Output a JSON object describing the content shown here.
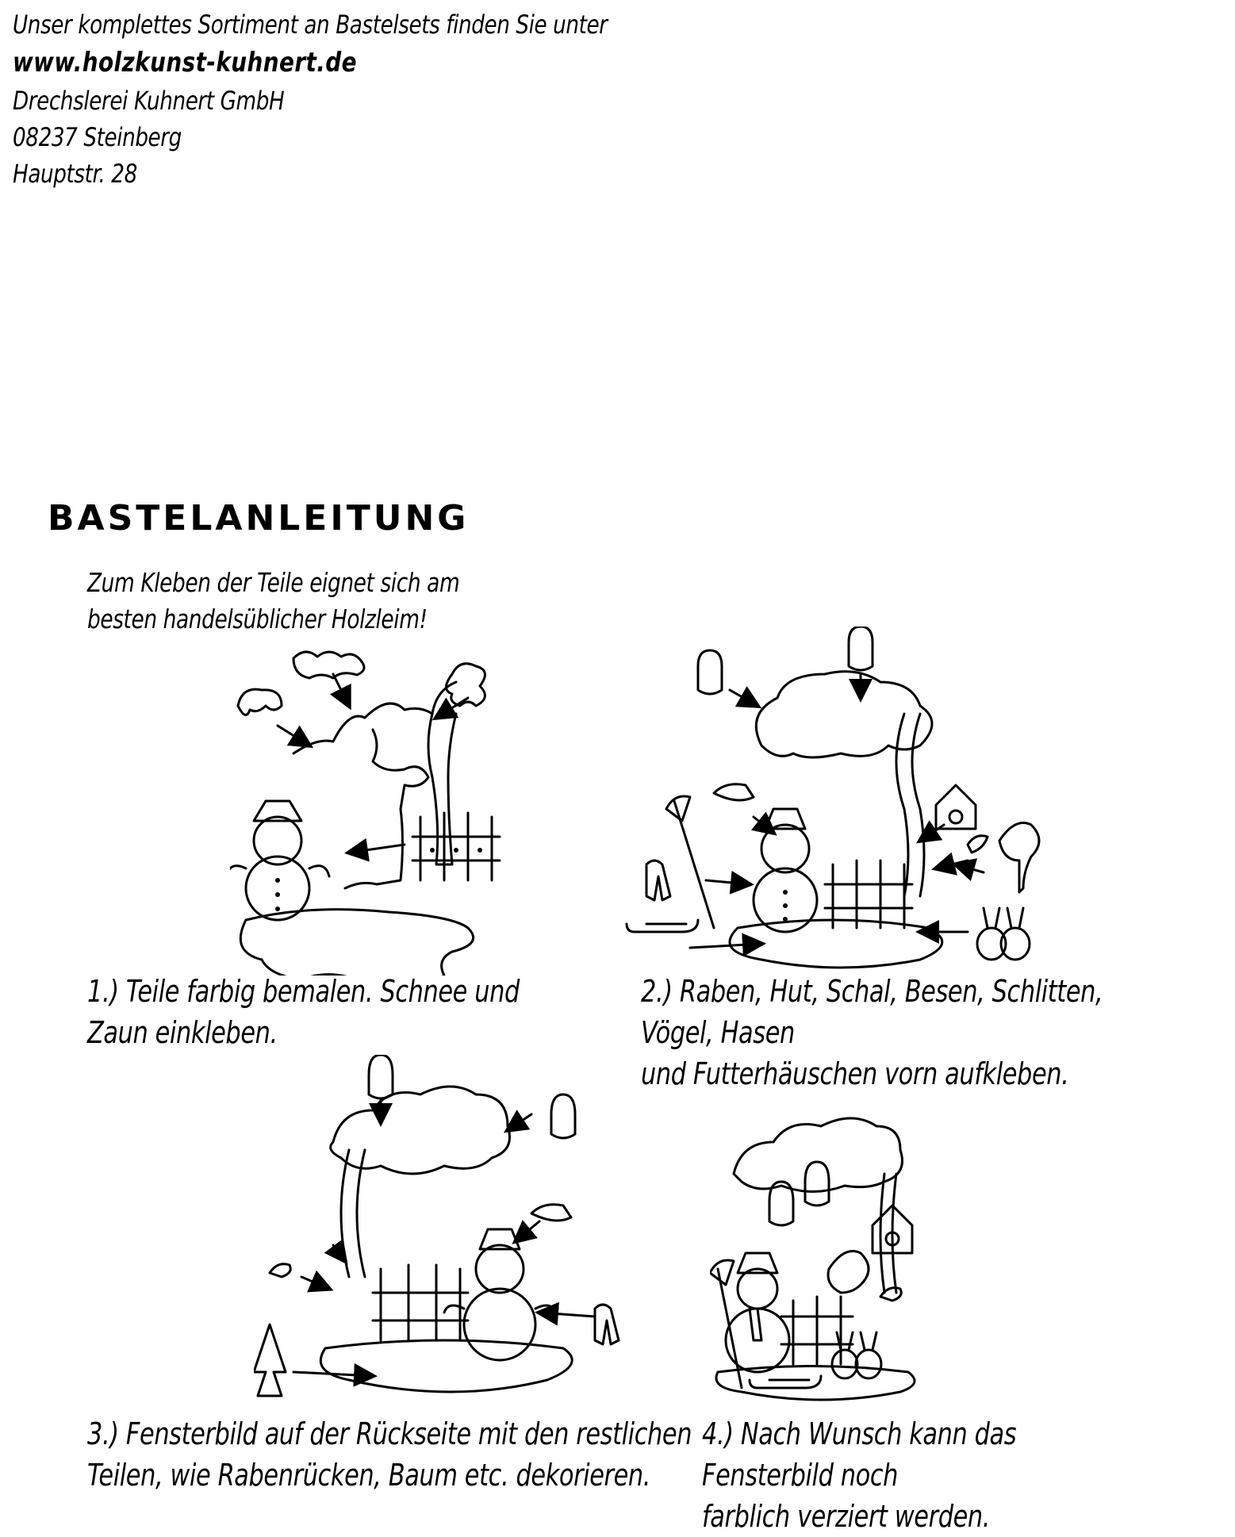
{
  "header": {
    "line1": "Unser komplettes Sortiment an Bastelsets finden Sie unter",
    "url": "www.holzkunst-kuhnert.de",
    "company": "Drechslerei Kuhnert GmbH",
    "city": "08237 Steinberg",
    "street": "Hauptstr. 28"
  },
  "title": "Bastelanleitung",
  "intro": {
    "line1": "Zum Kleben der Teile eignet sich am",
    "line2": "besten handelsüblicher Holzleim!"
  },
  "steps": [
    {
      "line1": "1.) Teile farbig bemalen. Schnee und",
      "line2": "Zaun einkleben."
    },
    {
      "line1": "2.) Raben, Hut, Schal, Besen, Schlitten, Vögel, Hasen",
      "line2": "und Futterhäuschen vorn aufkleben."
    },
    {
      "line1": "3.) Fensterbild auf der Rückseite mit den restlichen",
      "line2": "Teilen, wie Rabenrücken, Baum etc. dekorieren."
    },
    {
      "line1": "4.) Nach Wunsch kann das Fensterbild noch",
      "line2": "farblich verziert werden."
    }
  ]
}
